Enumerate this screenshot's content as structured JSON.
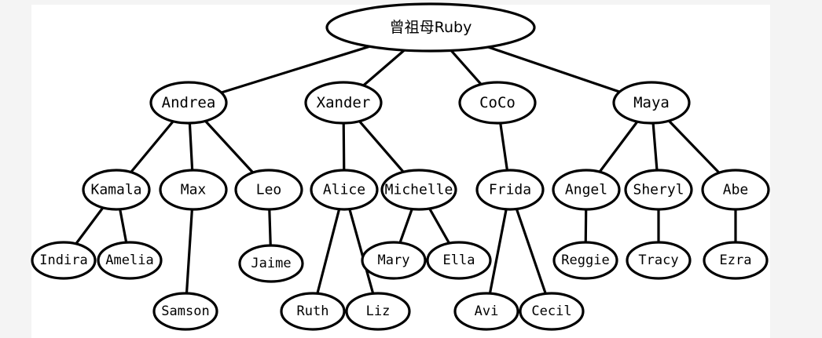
{
  "tree": {
    "root": "曾祖母Ruby",
    "nodes": {
      "ruby": {
        "label": "曾祖母Ruby",
        "children": [
          "andrea",
          "xander",
          "coco",
          "maya"
        ]
      },
      "andrea": {
        "label": "Andrea",
        "children": [
          "kamala",
          "max",
          "leo"
        ]
      },
      "xander": {
        "label": "Xander",
        "children": [
          "alice",
          "michelle"
        ]
      },
      "coco": {
        "label": "CoCo",
        "children": [
          "frida"
        ]
      },
      "maya": {
        "label": "Maya",
        "children": [
          "angel",
          "sheryl",
          "abe"
        ]
      },
      "kamala": {
        "label": "Kamala",
        "children": [
          "indira",
          "amelia"
        ]
      },
      "max": {
        "label": "Max",
        "children": [
          "samson"
        ]
      },
      "leo": {
        "label": "Leo",
        "children": [
          "jaime"
        ]
      },
      "alice": {
        "label": "Alice",
        "children": [
          "ruth",
          "liz"
        ]
      },
      "michelle": {
        "label": "Michelle",
        "children": [
          "mary",
          "ella"
        ]
      },
      "frida": {
        "label": "Frida",
        "children": [
          "avi",
          "cecil"
        ]
      },
      "angel": {
        "label": "Angel",
        "children": [
          "reggie"
        ]
      },
      "sheryl": {
        "label": "Sheryl",
        "children": [
          "tracy"
        ]
      },
      "abe": {
        "label": "Abe",
        "children": [
          "ezra"
        ]
      },
      "indira": {
        "label": "Indira",
        "children": []
      },
      "amelia": {
        "label": "Amelia",
        "children": []
      },
      "samson": {
        "label": "Samson",
        "children": []
      },
      "jaime": {
        "label": "Jaime",
        "children": []
      },
      "ruth": {
        "label": "Ruth",
        "children": []
      },
      "liz": {
        "label": "Liz",
        "children": []
      },
      "mary": {
        "label": "Mary",
        "children": []
      },
      "ella": {
        "label": "Ella",
        "children": []
      },
      "avi": {
        "label": "Avi",
        "children": []
      },
      "cecil": {
        "label": "Cecil",
        "children": []
      },
      "reggie": {
        "label": "Reggie",
        "children": []
      },
      "tracy": {
        "label": "Tracy",
        "children": []
      },
      "ezra": {
        "label": "Ezra",
        "children": []
      }
    }
  }
}
